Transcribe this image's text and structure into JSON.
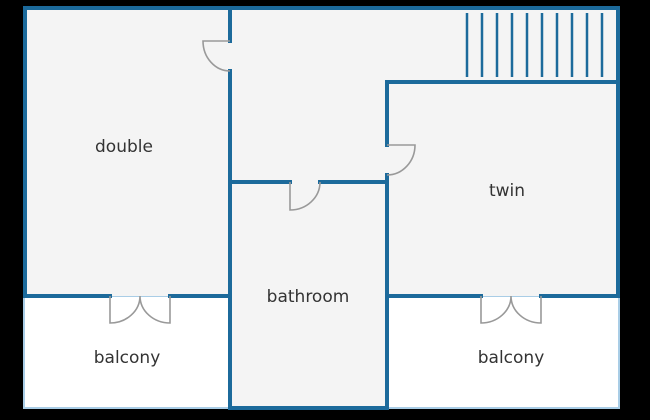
{
  "colors": {
    "wall": "#1c6a9b",
    "room_fill": "#f4f4f4",
    "balcony_fill": "#ffffff",
    "balcony_border": "#a9cde6",
    "door": "#999999",
    "background": "#000000"
  },
  "rooms": {
    "double": "double",
    "twin": "twin",
    "bathroom": "bathroom",
    "balcony_left": "balcony",
    "balcony_right": "balcony"
  },
  "stairs": {
    "steps": 10
  }
}
